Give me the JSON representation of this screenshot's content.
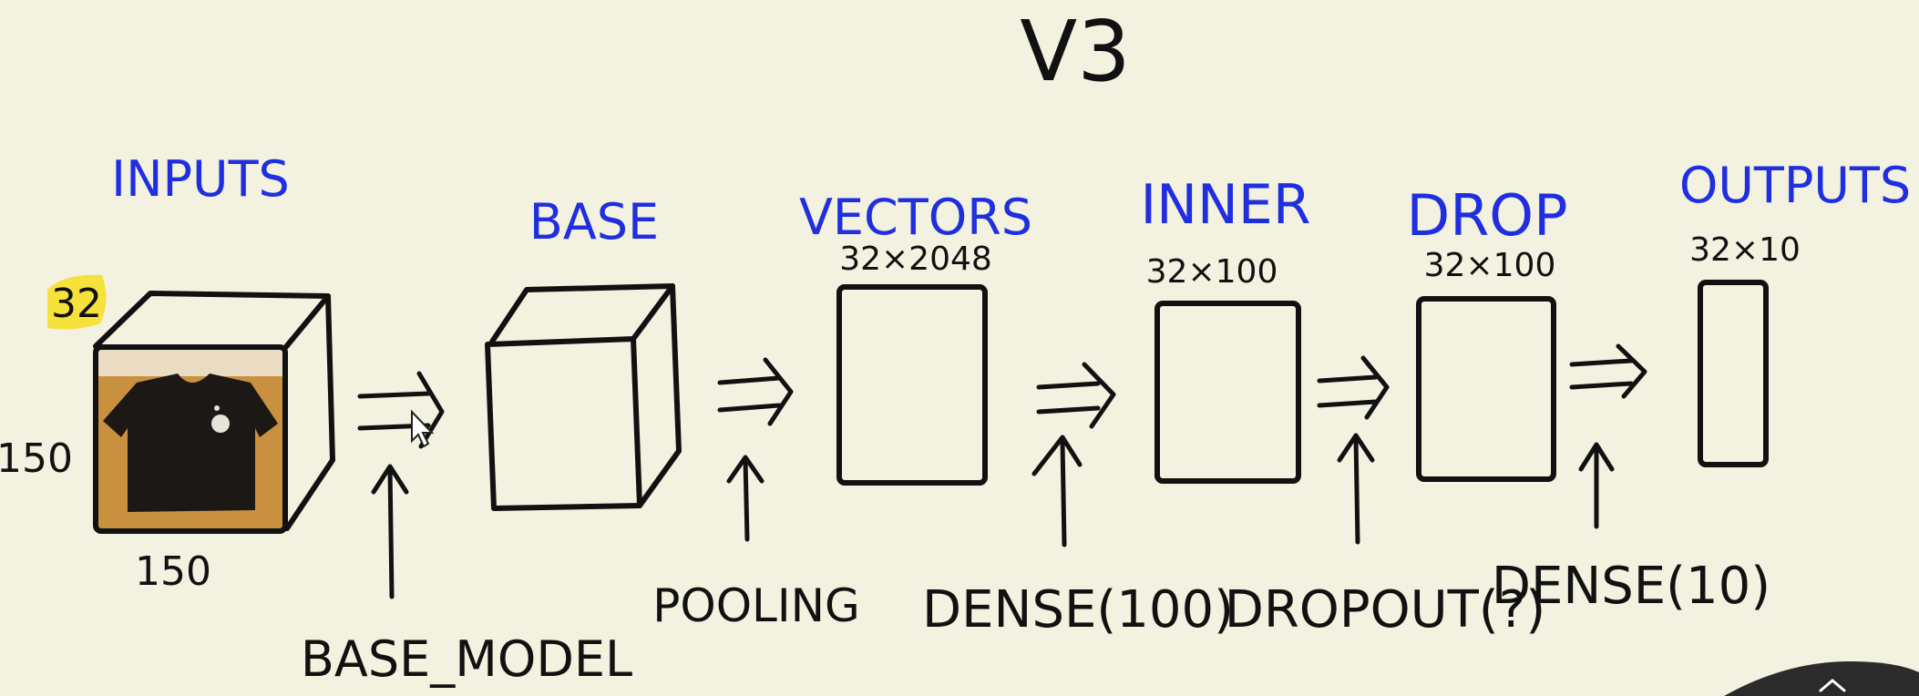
{
  "title": "V3",
  "stages": [
    {
      "label": "INPUTS",
      "shape": ""
    },
    {
      "label": "BASE",
      "shape": ""
    },
    {
      "label": "VECTORS",
      "shape": "32×2048"
    },
    {
      "label": "INNER",
      "shape": "32×100"
    },
    {
      "label": "DROP",
      "shape": "32×100"
    },
    {
      "label": "OUTPUTS",
      "shape": "32×10"
    }
  ],
  "input_dims": {
    "batch": "32",
    "height": "150",
    "width": "150"
  },
  "operations": [
    "BASE_MODEL",
    "POOLING",
    "DENSE(100)",
    "DROPOUT(?)",
    "DENSE(10)"
  ],
  "colors": {
    "label_blue": "#1f2fe0",
    "ink": "#111111",
    "highlight": "#f6e23a",
    "board": "#f3f1df"
  },
  "icons": {
    "cursor": "mouse-cursor-icon",
    "corner": "chevron-up-icon"
  }
}
